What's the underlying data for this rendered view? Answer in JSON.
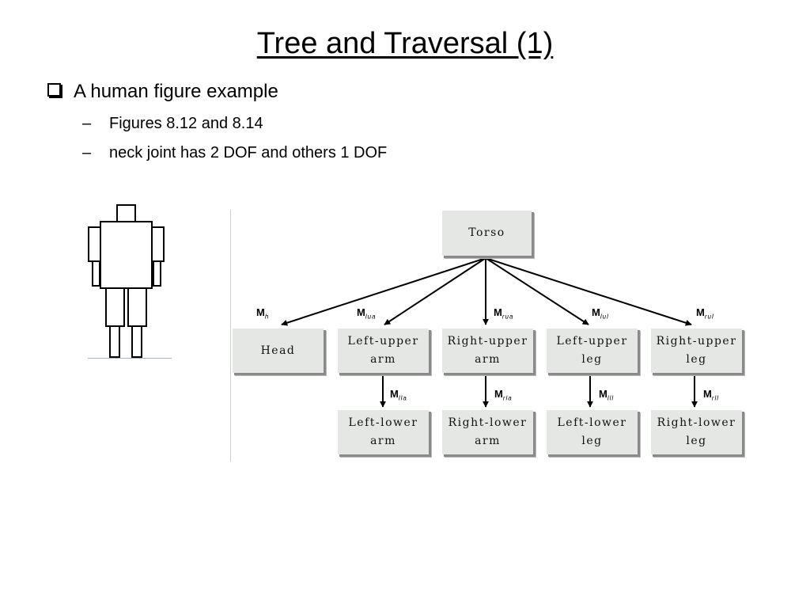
{
  "slide": {
    "title": "Tree and Traversal (1)",
    "bullet": "A human figure example",
    "subbullets": [
      "Figures 8.12 and 8.14",
      "neck joint has 2 DOF and others 1 DOF"
    ]
  },
  "tree": {
    "root": "Torso",
    "children": [
      {
        "label": "Head",
        "matrix": "M",
        "sub": "h"
      },
      {
        "label": "Left-upper\narm",
        "matrix": "M",
        "sub": "lua",
        "child": {
          "label": "Left-lower\narm",
          "matrix": "M",
          "sub": "lla"
        }
      },
      {
        "label": "Right-upper\narm",
        "matrix": "M",
        "sub": "rua",
        "child": {
          "label": "Right-lower\narm",
          "matrix": "M",
          "sub": "rla"
        }
      },
      {
        "label": "Left-upper\nleg",
        "matrix": "M",
        "sub": "lul",
        "child": {
          "label": "Left-lower\nleg",
          "matrix": "M",
          "sub": "lll"
        }
      },
      {
        "label": "Right-upper\nleg",
        "matrix": "M",
        "sub": "rul",
        "child": {
          "label": "Right-lower\nleg",
          "matrix": "M",
          "sub": "rll"
        }
      }
    ]
  }
}
